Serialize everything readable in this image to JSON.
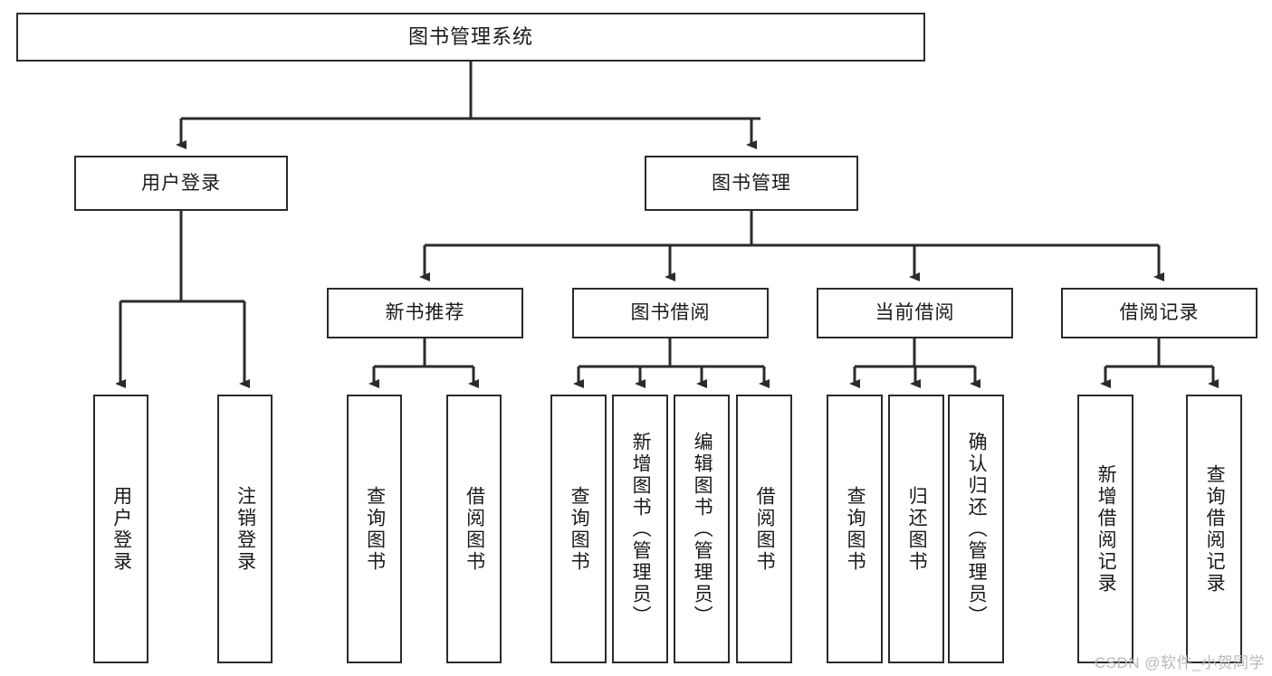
{
  "diagram": {
    "title": "图书管理系统",
    "type": "hierarchy-tree",
    "watermark": "CSDN @软件_小贺同学",
    "colors": {
      "stroke": "#2b2b2b",
      "fill": "#ffffff",
      "text": "#1a1a1a",
      "watermark": "#b9b9b9"
    },
    "nodes": {
      "root": {
        "label": "图书管理系统"
      },
      "level1": [
        {
          "id": "user-login",
          "label": "用户登录"
        },
        {
          "id": "book-management",
          "label": "图书管理"
        }
      ],
      "level2": [
        {
          "id": "new-book-recommend",
          "label": "新书推荐"
        },
        {
          "id": "book-borrow",
          "label": "图书借阅"
        },
        {
          "id": "current-borrow",
          "label": "当前借阅"
        },
        {
          "id": "borrow-record",
          "label": "借阅记录"
        }
      ],
      "leaves": {
        "user_login": [
          {
            "id": "leaf-user-login",
            "label": "用户登录"
          },
          {
            "id": "leaf-logout",
            "label": "注销登录"
          }
        ],
        "new_book_recommend": [
          {
            "id": "leaf-query-book-1",
            "label": "查询图书"
          },
          {
            "id": "leaf-borrow-book-1",
            "label": "借阅图书"
          }
        ],
        "book_borrow": [
          {
            "id": "leaf-query-book-2",
            "label": "查询图书"
          },
          {
            "id": "leaf-add-book",
            "label": "新增图书（管理员）"
          },
          {
            "id": "leaf-edit-book",
            "label": "编辑图书（管理员）"
          },
          {
            "id": "leaf-borrow-book-2",
            "label": "借阅图书"
          }
        ],
        "current_borrow": [
          {
            "id": "leaf-query-book-3",
            "label": "查询图书"
          },
          {
            "id": "leaf-return-book",
            "label": "归还图书"
          },
          {
            "id": "leaf-confirm-return",
            "label": "确认归还（管理员）"
          }
        ],
        "borrow_record": [
          {
            "id": "leaf-add-record",
            "label": "新增借阅记录"
          },
          {
            "id": "leaf-query-record",
            "label": "查询借阅记录"
          }
        ]
      }
    }
  }
}
